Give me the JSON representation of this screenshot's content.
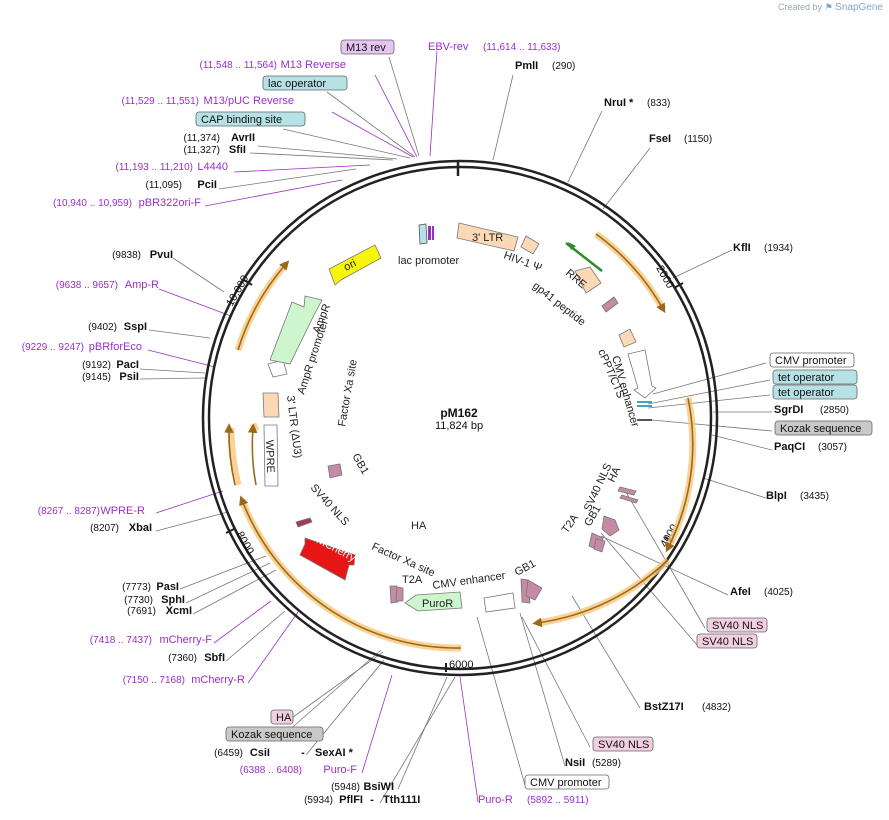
{
  "credit": {
    "prefix": "Created by",
    "brand": "SnapGene"
  },
  "plasmid": {
    "name": "pM162",
    "size_label": "11,824 bp"
  },
  "ticks": [
    "2000",
    "4000",
    "6000",
    "8000",
    "10,000"
  ],
  "colors": {
    "black": "#111111",
    "purple": "#9a2fc8",
    "orange": "#f7c77c",
    "arrow": "#9a6a1a",
    "ltr": "#fbd9b7",
    "lac": "#b6e2e6",
    "cmv": "#ffffff",
    "tet": "#b6e2e6",
    "kozak": "#c9c9c9",
    "nls": "#f2cfe0",
    "m13": "#e7c5f2",
    "mcherry": "#e61616",
    "ori": "#f6f60c",
    "ampr": "#cdf6cd",
    "purop": "#cdf6cd"
  },
  "features": [
    {
      "label": "3' LTR"
    },
    {
      "label": "HIV-1 Ψ"
    },
    {
      "label": "RRE"
    },
    {
      "label": "gp41 peptide"
    },
    {
      "label": "cPPT/CTS"
    },
    {
      "label": "CMV enhancer"
    },
    {
      "label": "lac promoter"
    },
    {
      "label": "ori"
    },
    {
      "label": "AmpR"
    },
    {
      "label": "AmpR promoter"
    },
    {
      "label": "3' LTR (ΔU3)"
    },
    {
      "label": "WPRE"
    },
    {
      "label": "Factor Xa site"
    },
    {
      "label": "GB1"
    },
    {
      "label": "SV40 NLS"
    },
    {
      "label": "mCherry"
    },
    {
      "label": "HA"
    },
    {
      "label": "Factor Xa site"
    },
    {
      "label": "T2A"
    },
    {
      "label": "CMV enhancer"
    },
    {
      "label": "PuroR"
    },
    {
      "label": "GB1"
    },
    {
      "label": "SV40 NLS"
    },
    {
      "label": "HA"
    },
    {
      "label": "T2A"
    },
    {
      "label": "GB1"
    }
  ],
  "annotations": [
    {
      "name": "M13 rev",
      "pos": "",
      "kind": "box",
      "fill": "m13"
    },
    {
      "name": "EBV-rev",
      "pos": "(11,614 .. 11,633)",
      "kind": "primer"
    },
    {
      "name": "PmlI",
      "pos": "(290)",
      "kind": "enzyme"
    },
    {
      "name": "M13 Reverse",
      "pos": "(11,548 .. 11,564)",
      "kind": "primer"
    },
    {
      "name": "lac operator",
      "pos": "",
      "kind": "box",
      "fill": "lac"
    },
    {
      "name": "NruI *",
      "pos": "(833)",
      "kind": "enzyme"
    },
    {
      "name": "M13/pUC Reverse",
      "pos": "(11,529 .. 11,551)",
      "kind": "primer"
    },
    {
      "name": "CAP binding site",
      "pos": "",
      "kind": "box",
      "fill": "lac"
    },
    {
      "name": "FseI",
      "pos": "(1150)",
      "kind": "enzyme"
    },
    {
      "name": "AvrII",
      "pos": "(11,374)",
      "kind": "enzyme"
    },
    {
      "name": "SfiI",
      "pos": "(11,327)",
      "kind": "enzyme"
    },
    {
      "name": "L4440",
      "pos": "(11,193 .. 11,210)",
      "kind": "primer"
    },
    {
      "name": "PciI",
      "pos": "(11,095)",
      "kind": "enzyme"
    },
    {
      "name": "pBR322ori-F",
      "pos": "(10,940 .. 10,959)",
      "kind": "primer"
    },
    {
      "name": "KflI",
      "pos": "(1934)",
      "kind": "enzyme"
    },
    {
      "name": "PvuI",
      "pos": "(9838)",
      "kind": "enzyme"
    },
    {
      "name": "Amp-R",
      "pos": "(9638 .. 9657)",
      "kind": "primer"
    },
    {
      "name": "SspI",
      "pos": "(9402)",
      "kind": "enzyme"
    },
    {
      "name": "pBRforEco",
      "pos": "(9229 .. 9247)",
      "kind": "primer"
    },
    {
      "name": "PacI",
      "pos": "(9192)",
      "kind": "enzyme"
    },
    {
      "name": "PsiI",
      "pos": "(9145)",
      "kind": "enzyme"
    },
    {
      "name": "CMV promoter",
      "pos": "",
      "kind": "box",
      "fill": "cmv"
    },
    {
      "name": "tet operator",
      "pos": "",
      "kind": "box",
      "fill": "tet"
    },
    {
      "name": "tet operator",
      "pos": "",
      "kind": "box",
      "fill": "tet"
    },
    {
      "name": "SgrDI",
      "pos": "(2850)",
      "kind": "enzyme"
    },
    {
      "name": "Kozak sequence",
      "pos": "",
      "kind": "box",
      "fill": "kozak"
    },
    {
      "name": "PaqCI",
      "pos": "(3057)",
      "kind": "enzyme"
    },
    {
      "name": "BlpI",
      "pos": "(3435)",
      "kind": "enzyme"
    },
    {
      "name": "WPRE-R",
      "pos": "(8267 .. 8287)",
      "kind": "primer"
    },
    {
      "name": "XbaI",
      "pos": "(8207)",
      "kind": "enzyme"
    },
    {
      "name": "AfeI",
      "pos": "(4025)",
      "kind": "enzyme"
    },
    {
      "name": "PasI",
      "pos": "(7773)",
      "kind": "enzyme"
    },
    {
      "name": "SphI",
      "pos": "(7730)",
      "kind": "enzyme"
    },
    {
      "name": "XcmI",
      "pos": "(7691)",
      "kind": "enzyme"
    },
    {
      "name": "SV40 NLS",
      "pos": "",
      "kind": "box",
      "fill": "nls"
    },
    {
      "name": "SV40 NLS",
      "pos": "",
      "kind": "box",
      "fill": "nls"
    },
    {
      "name": "mCherry-F",
      "pos": "(7418 .. 7437)",
      "kind": "primer"
    },
    {
      "name": "SbfI",
      "pos": "(7360)",
      "kind": "enzyme"
    },
    {
      "name": "mCherry-R",
      "pos": "(7150 .. 7168)",
      "kind": "primer"
    },
    {
      "name": "BstZ17I",
      "pos": "(4832)",
      "kind": "enzyme"
    },
    {
      "name": "HA",
      "pos": "",
      "kind": "box",
      "fill": "nls"
    },
    {
      "name": "Kozak sequence",
      "pos": "",
      "kind": "box",
      "fill": "kozak"
    },
    {
      "name": "CsiI",
      "pos": "(6459)",
      "kind": "enzyme"
    },
    {
      "name": "SexAI *",
      "pos": "",
      "kind": "enzyme"
    },
    {
      "name": "SV40 NLS",
      "pos": "",
      "kind": "box",
      "fill": "nls"
    },
    {
      "name": "NsiI",
      "pos": "(5289)",
      "kind": "enzyme"
    },
    {
      "name": "Puro-F",
      "pos": "(6388 .. 6408)",
      "kind": "primer"
    },
    {
      "name": "CMV promoter",
      "pos": "",
      "kind": "box",
      "fill": "cmv"
    },
    {
      "name": "BsiWI",
      "pos": "(5948)",
      "kind": "enzyme"
    },
    {
      "name": "PflFI",
      "pos": "(5934)",
      "kind": "enzyme"
    },
    {
      "name": "Tth111I",
      "pos": "",
      "kind": "enzyme"
    },
    {
      "name": "Puro-R",
      "pos": "(5892 .. 5911)",
      "kind": "primer"
    }
  ]
}
